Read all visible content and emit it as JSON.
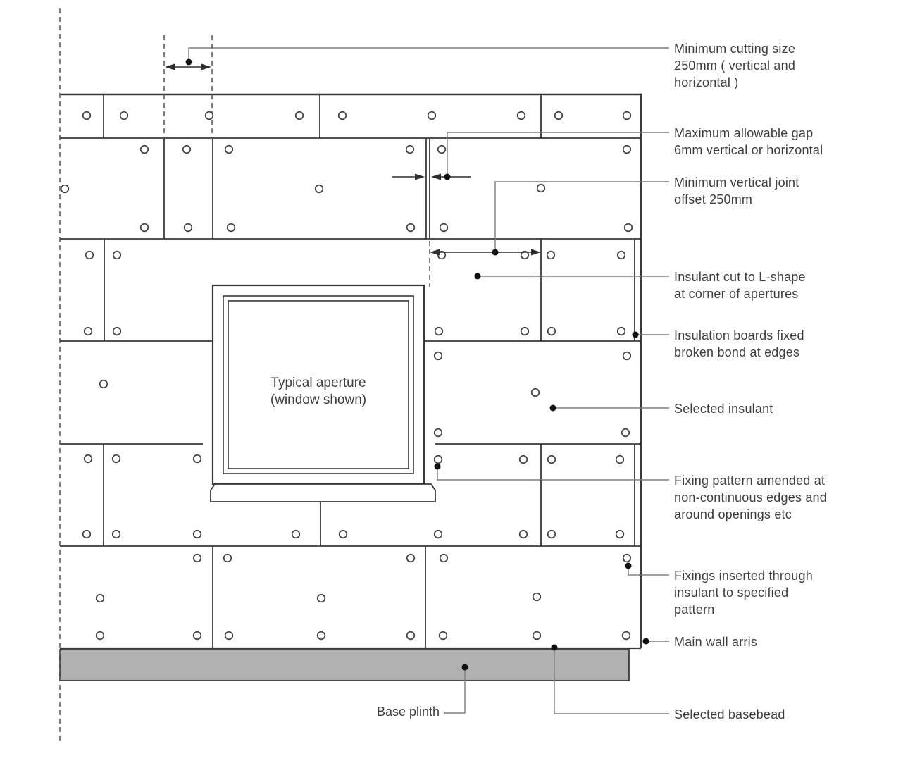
{
  "labels": {
    "window_line1": "Typical aperture",
    "window_line2": "(window shown)",
    "base_plinth": "Base plinth"
  },
  "annotations": [
    {
      "id": "min-cutting-size",
      "lines": [
        "Minimum cutting size",
        "250mm ( vertical and",
        "horizontal )"
      ]
    },
    {
      "id": "max-gap",
      "lines": [
        "Maximum allowable gap",
        "6mm vertical or horizontal"
      ]
    },
    {
      "id": "min-joint-offset",
      "lines": [
        "Minimum vertical joint",
        "offset 250mm"
      ]
    },
    {
      "id": "l-shape-cut",
      "lines": [
        "Insulant cut to L-shape",
        "at corner of apertures"
      ]
    },
    {
      "id": "broken-bond-edges",
      "lines": [
        "Insulation boards fixed",
        "broken bond at edges"
      ]
    },
    {
      "id": "selected-insulant",
      "lines": [
        "Selected insulant"
      ]
    },
    {
      "id": "fixing-pattern",
      "lines": [
        "Fixing pattern amended at",
        "non-continuous edges and",
        "around openings etc"
      ]
    },
    {
      "id": "fixings-inserted",
      "lines": [
        "Fixings inserted through",
        "insulant to specified",
        "pattern"
      ]
    },
    {
      "id": "main-wall-arris",
      "lines": [
        "Main wall arris"
      ]
    },
    {
      "id": "selected-basebead",
      "lines": [
        "Selected basebead"
      ]
    }
  ],
  "colors": {
    "line": "#3a3a3a",
    "leader": "#7e7e7e",
    "dashed": "#5f5f5f",
    "plinth_fill": "#b1b1b1",
    "dot": "#111111"
  }
}
